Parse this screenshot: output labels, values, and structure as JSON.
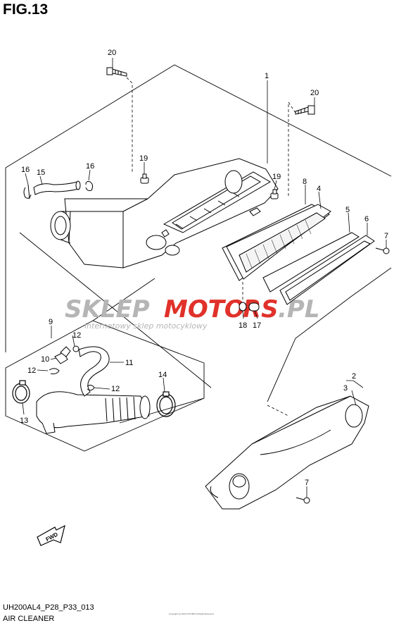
{
  "figure": {
    "title": "FIG.13",
    "code": "UH200AL4_P28_P33_013",
    "section": "AIR CLEANER"
  },
  "watermark": {
    "brand_a": "SKLEP",
    "brand_b": "MOTO",
    "brand_c": "RS",
    "brand_d": ".PL",
    "tagline": "internetowy sklep motocyklowy",
    "brand_color": "#e0312a",
    "gray_color": "#b5b5b5"
  },
  "orientation": {
    "label": "FWD"
  },
  "callouts": {
    "c20a": "20",
    "c20b": "20",
    "c1": "1",
    "c19a": "19",
    "c19b": "19",
    "c16a": "16",
    "c15": "15",
    "c16b": "16",
    "c8": "8",
    "c4": "4",
    "c5": "5",
    "c6": "6",
    "c7a": "7",
    "c18": "18",
    "c17": "17",
    "c9": "9",
    "c12a": "12",
    "c10": "10",
    "c11": "11",
    "c12b": "12",
    "c12c": "12",
    "c14": "14",
    "c13": "13",
    "c2": "2",
    "c3": "3",
    "c7b": "7"
  },
  "copyright": "Copyright (c) 2024 CPT-BRT All Right Reserved"
}
